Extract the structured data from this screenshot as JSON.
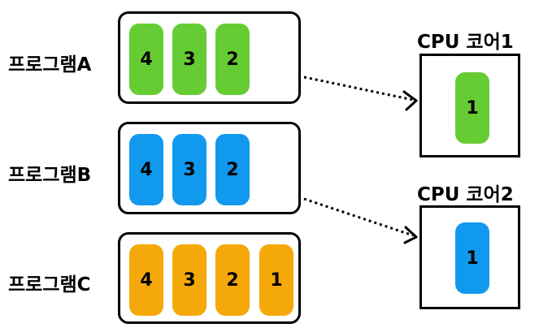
{
  "programs": [
    {
      "label": "프로그램A",
      "color": "#66CC33",
      "tasks": [
        "4",
        "3",
        "2"
      ]
    },
    {
      "label": "프로그램B",
      "color": "#1199EE",
      "tasks": [
        "4",
        "3",
        "2"
      ]
    },
    {
      "label": "프로그램C",
      "color": "#F5A80A",
      "tasks": [
        "4",
        "3",
        "2",
        "1"
      ]
    }
  ],
  "cores": [
    {
      "label": "CPU 코어1",
      "task": "1",
      "color": "#66CC33"
    },
    {
      "label": "CPU 코어2",
      "task": "1",
      "color": "#1199EE"
    }
  ],
  "arrows": [
    {
      "from": "프로그램A",
      "to": "CPU 코어1",
      "style": "dotted"
    },
    {
      "from": "프로그램B",
      "to": "CPU 코어2",
      "style": "dotted"
    }
  ]
}
